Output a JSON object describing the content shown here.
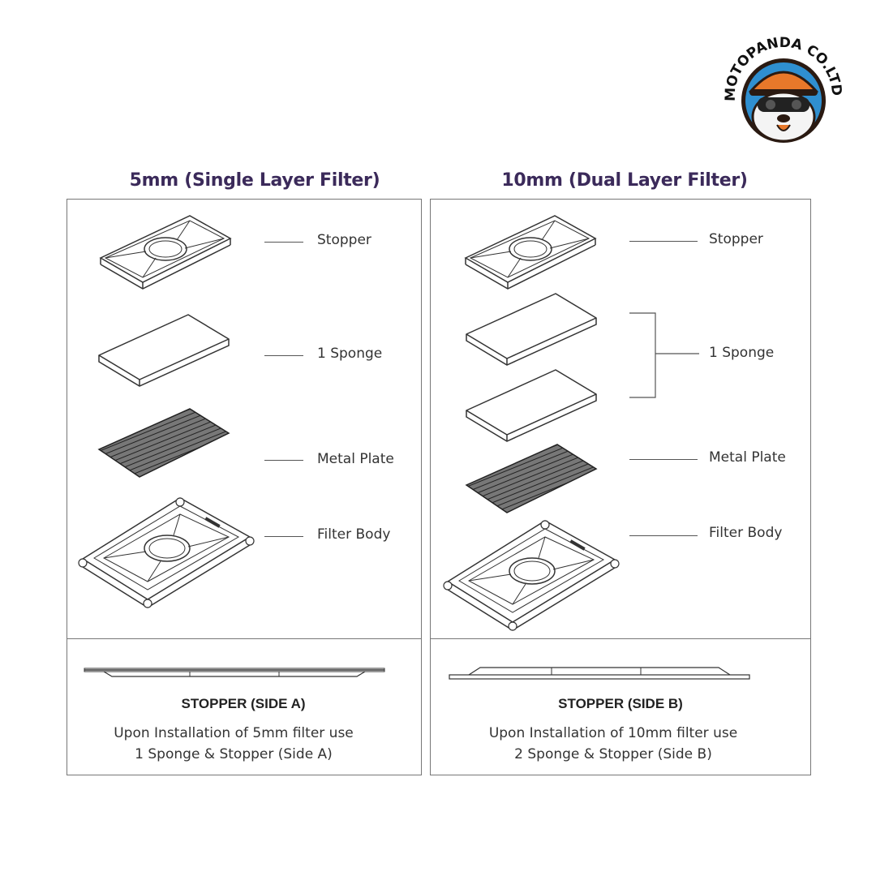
{
  "logo": {
    "text": "MOTOPANDA CO.LTD.",
    "icon": "panda-mascot-logo"
  },
  "columns": [
    {
      "title": "5mm (Single Layer Filter)",
      "parts": [
        "Stopper",
        "1 Sponge",
        "Metal Plate",
        "Filter Body"
      ],
      "stopper_side": "STOPPER (SIDE A)",
      "note_line1": "Upon Installation of 5mm  filter use",
      "note_line2": "1 Sponge & Stopper (Side A)"
    },
    {
      "title": "10mm (Dual Layer Filter)",
      "parts": [
        "Stopper",
        "1 Sponge",
        "Metal Plate",
        "Filter Body"
      ],
      "stopper_side": "STOPPER (SIDE B)",
      "note_line1": "Upon Installation of 10mm  filter use",
      "note_line2": "2 Sponge & Stopper (Side B)"
    }
  ],
  "colors": {
    "title": "#3b2a5a",
    "line": "#555555",
    "logo_orange": "#e8782a",
    "logo_blue": "#2f8fd0"
  }
}
